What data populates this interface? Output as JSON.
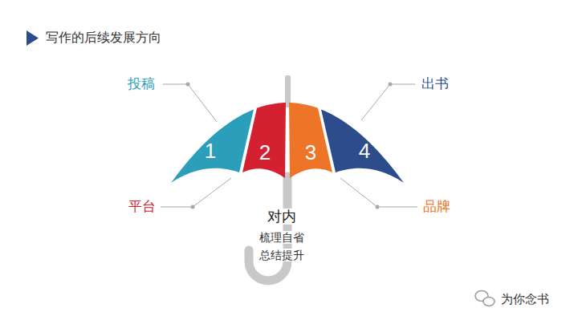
{
  "diagram": {
    "title": "写作的后续发展方向",
    "nodes": [
      {
        "text": [
          "1"
        ]
      },
      {
        "text": [
          "2"
        ]
      },
      {
        "text": [
          "3"
        ]
      },
      {
        "text": [
          "4"
        ]
      }
    ],
    "labels": [
      "投稿",
      "平台",
      "出书",
      "品牌",
      "对内",
      "梳理自省",
      "总结提升",
      "为你念书"
    ]
  }
}
